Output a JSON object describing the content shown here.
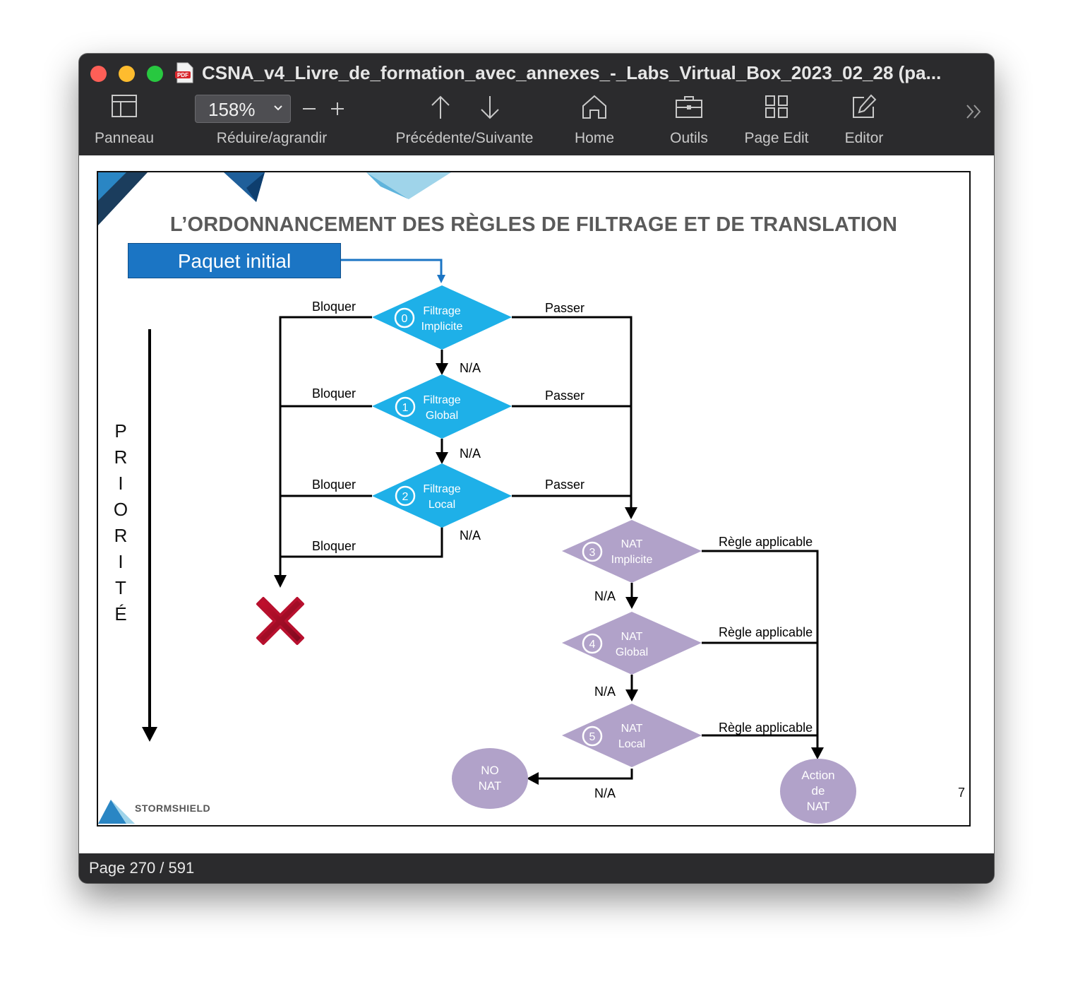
{
  "window": {
    "title": "CSNA_v4_Livre_de_formation_avec_annexes_-_Labs_Virtual_Box_2023_02_28 (pa..."
  },
  "toolbar": {
    "panneau": "Panneau",
    "zoom_value": "158%",
    "zoom_label": "Réduire/agrandir",
    "nav_label": "Précédente/Suivante",
    "home": "Home",
    "outils": "Outils",
    "page_edit": "Page Edit",
    "editor": "Editor"
  },
  "status": {
    "page": "Page 270 / 591"
  },
  "slide": {
    "title": "L’ORDONNANCEMENT DES RÈGLES DE FILTRAGE ET DE TRANSLATION",
    "start": "Paquet initial",
    "priority_letters": [
      "P",
      "R",
      "I",
      "O",
      "R",
      "I",
      "T",
      "É"
    ],
    "page_number": "7",
    "brand": "STORMSHIELD",
    "filter_nodes": [
      {
        "num": "0",
        "line1": "Filtrage",
        "line2": "Implicite"
      },
      {
        "num": "1",
        "line1": "Filtrage",
        "line2": "Global"
      },
      {
        "num": "2",
        "line1": "Filtrage",
        "line2": "Local"
      }
    ],
    "nat_nodes": [
      {
        "num": "3",
        "line1": "NAT",
        "line2": "Implicite"
      },
      {
        "num": "4",
        "line1": "NAT",
        "line2": "Global"
      },
      {
        "num": "5",
        "line1": "NAT",
        "line2": "Local"
      }
    ],
    "labels": {
      "block": "Bloquer",
      "pass": "Passer",
      "na": "N/A",
      "rule": "Règle applicable"
    },
    "no_nat": [
      "NO",
      "NAT"
    ],
    "action_nat": [
      "Action",
      "de",
      "NAT"
    ],
    "colors": {
      "filter": "#1eb0e8",
      "nat": "#b1a2c9",
      "start": "#1b75c4",
      "block": "#a0102a"
    }
  }
}
